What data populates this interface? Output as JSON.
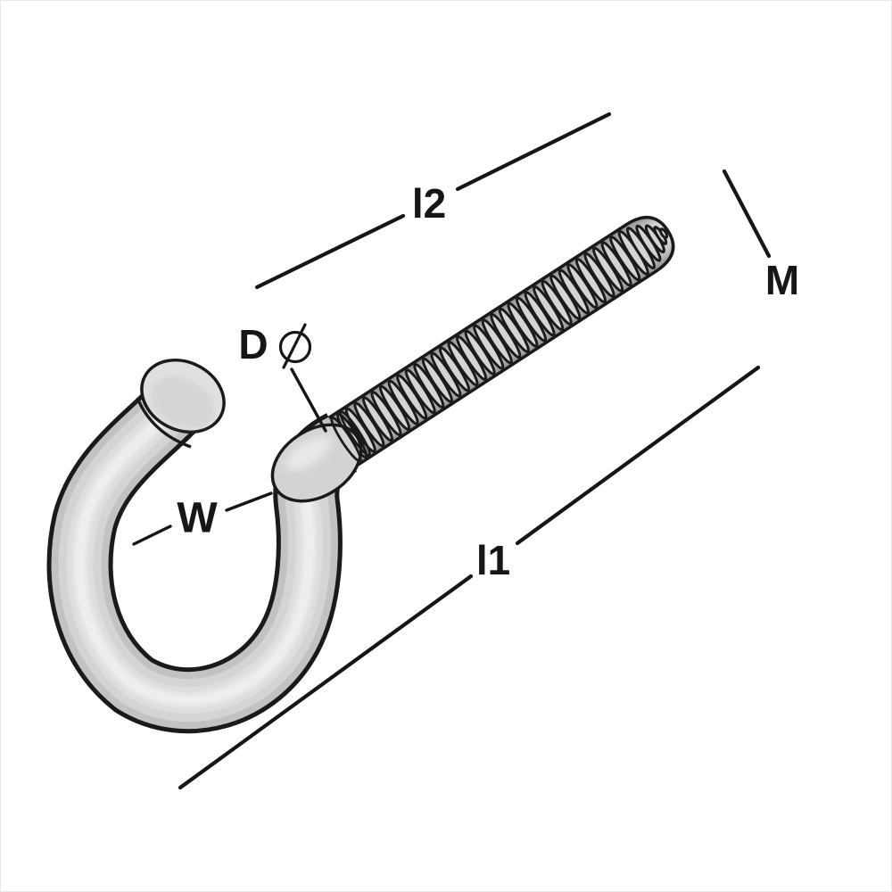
{
  "canvas": {
    "background": "#ffffff",
    "border_color": "#e8e8e8",
    "ink_color": "#161616"
  },
  "figure": {
    "description": "Technical dimension drawing of a screw hook (hook bolt) with a metric threaded shaft shown in perspective",
    "outline_color": "#1a1a1a",
    "metal_light": "#efefef",
    "metal_mid": "#d4d4d4",
    "metal_dark": "#8d8d8d"
  },
  "dimensions": {
    "thread_length_label": "l2",
    "thread_size_label": "M",
    "diameter_label": "D",
    "diameter_symbol": "∅",
    "hook_width_label": "W",
    "overall_length_label": "l1"
  }
}
